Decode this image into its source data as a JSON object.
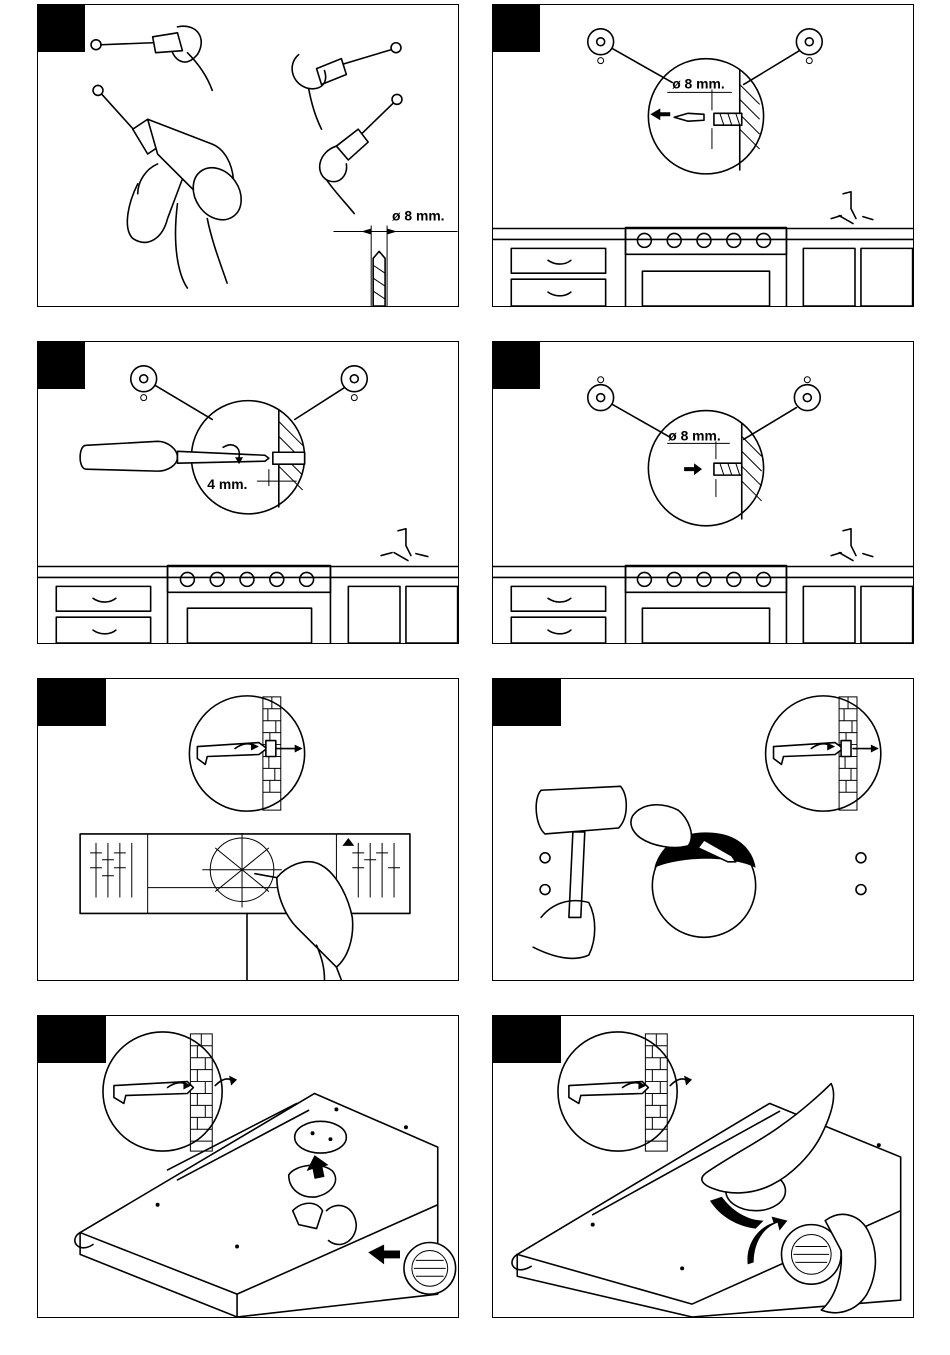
{
  "panels": [
    {
      "id": 1,
      "labels": [
        "ø 8 mm."
      ]
    },
    {
      "id": 2,
      "labels": [
        "ø 8 mm."
      ]
    },
    {
      "id": 3,
      "labels": [
        "4 mm."
      ]
    },
    {
      "id": 4,
      "labels": [
        "ø 8 mm."
      ]
    },
    {
      "id": 5,
      "labels": []
    },
    {
      "id": 6,
      "labels": []
    },
    {
      "id": 7,
      "labels": []
    },
    {
      "id": 8,
      "labels": []
    }
  ]
}
